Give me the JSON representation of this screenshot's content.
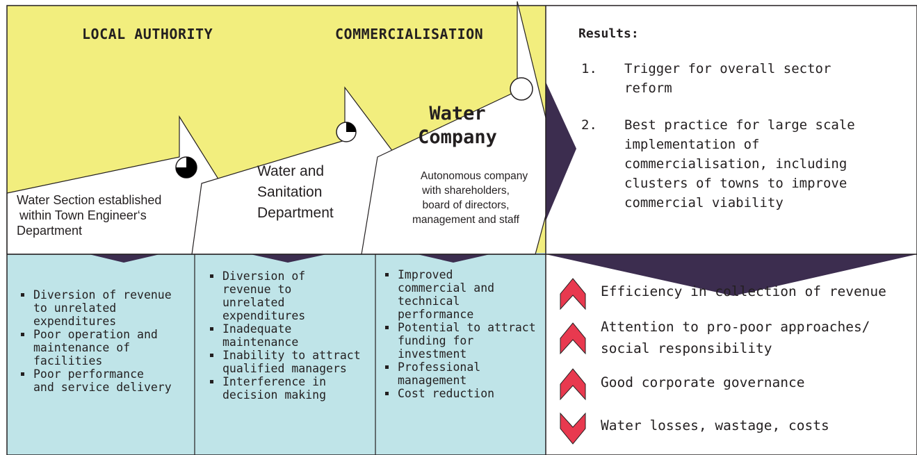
{
  "colors": {
    "yellow": "#f2ee7e",
    "light_blue": "#bfe4e8",
    "dark_purple": "#3c2d4f",
    "red": "#e8394f",
    "border": "#231f20"
  },
  "headers": {
    "local_authority": "LOCAL AUTHORITY",
    "commercialisation": "COMMERCIALISATION"
  },
  "stages": [
    {
      "title": "",
      "lines": [
        "Water Section established",
        "within Town Engineer‘s",
        "Department"
      ],
      "progress": 0.75
    },
    {
      "title": "",
      "lines": [
        "Water and",
        "Sanitation",
        "Department"
      ],
      "progress": 0.25
    },
    {
      "title_lines": [
        "Water",
        "Company"
      ],
      "lines": [
        "Autonomous company",
        "with shareholders,",
        "board of directors,",
        "management and staff"
      ],
      "progress": 0
    }
  ],
  "results": {
    "heading": "Results:",
    "items": [
      {
        "num": "1.",
        "lines": [
          "Trigger for overall sector",
          "reform"
        ]
      },
      {
        "num": "2.",
        "lines": [
          "Best practice for large scale",
          "implementation of",
          "commercialisation, including",
          "clusters of towns to improve",
          "commercial viability"
        ]
      }
    ]
  },
  "issues": [
    [
      "Diversion of revenue to unrelated expenditures",
      "Poor operation and maintenance of facilities",
      "Poor performance and service delivery"
    ],
    [
      "Diversion of revenue to unrelated expenditures",
      "Inadequate maintenance",
      "Inability to attract qualified managers",
      "Interference in decision making"
    ],
    [
      "Improved commercial and technical performance",
      "Potential to attract funding for investment",
      "Professional management",
      "Cost reduction"
    ]
  ],
  "issue_lines": [
    [
      [
        "Diversion of revenue",
        "to unrelated",
        "expenditures"
      ],
      [
        "Poor operation and",
        "maintenance of",
        "facilities"
      ],
      [
        "Poor performance",
        "and service delivery"
      ]
    ],
    [
      [
        "Diversion of",
        "revenue to",
        "unrelated",
        "expenditures"
      ],
      [
        "Inadequate",
        "maintenance"
      ],
      [
        "Inability to attract",
        "qualified managers"
      ],
      [
        "Interference in",
        "decision making"
      ]
    ],
    [
      [
        "Improved",
        "commercial and",
        "technical",
        "performance"
      ],
      [
        "Potential to attract",
        "funding for",
        "investment"
      ],
      [
        "Professional",
        "management"
      ],
      [
        "Cost reduction"
      ]
    ]
  ],
  "indicators": [
    {
      "direction": "up",
      "lines": [
        "Efficiency in collection of revenue"
      ]
    },
    {
      "direction": "up",
      "lines": [
        "Attention to pro-poor approaches/",
        "social responsibility"
      ]
    },
    {
      "direction": "up",
      "lines": [
        "Good corporate governance"
      ]
    },
    {
      "direction": "down",
      "lines": [
        "Water losses, wastage, costs"
      ]
    }
  ]
}
